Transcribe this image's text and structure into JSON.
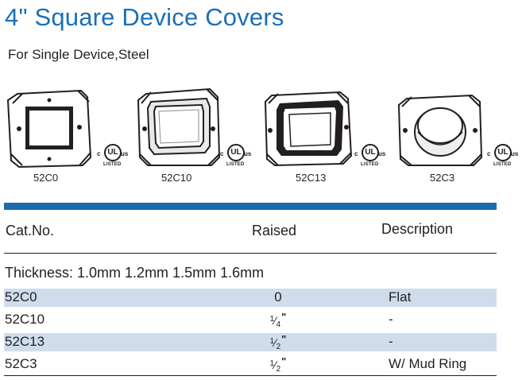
{
  "header": {
    "title": "4\" Square Device Covers",
    "subtitle": "For Single Device,Steel"
  },
  "products": [
    {
      "label": "52C0",
      "icon": "flat-device-cover-icon"
    },
    {
      "label": "52C10",
      "icon": "raised-device-cover-icon"
    },
    {
      "label": "52C13",
      "icon": "raised-device-cover-icon"
    },
    {
      "label": "52C3",
      "icon": "mud-ring-cover-icon"
    }
  ],
  "certification": {
    "left": "c",
    "mark": "UL",
    "right": "us",
    "listed": "LISTED"
  },
  "table": {
    "headers": {
      "cat_no": "Cat.No.",
      "raised": "Raised",
      "description": "Description"
    },
    "thickness": "Thickness: 1.0mm 1.2mm 1.5mm 1.6mm",
    "rows": [
      {
        "cat_no": "52C0",
        "raised": "0",
        "description": "Flat",
        "shaded": true
      },
      {
        "cat_no": "52C10",
        "raised_num": "1",
        "raised_den": "4",
        "raised_unit": "\"",
        "description": "-",
        "shaded": false
      },
      {
        "cat_no": "52C13",
        "raised_num": "1",
        "raised_den": "2",
        "raised_unit": "\"",
        "description": "-",
        "shaded": true
      },
      {
        "cat_no": "52C3",
        "raised_num": "1",
        "raised_den": "2",
        "raised_unit": "\"",
        "description": "W/ Mud Ring",
        "shaded": false
      }
    ]
  },
  "colors": {
    "title": "#1b6fb5",
    "bar": "#1c6ab1",
    "row_shade": "#cfdcec"
  }
}
